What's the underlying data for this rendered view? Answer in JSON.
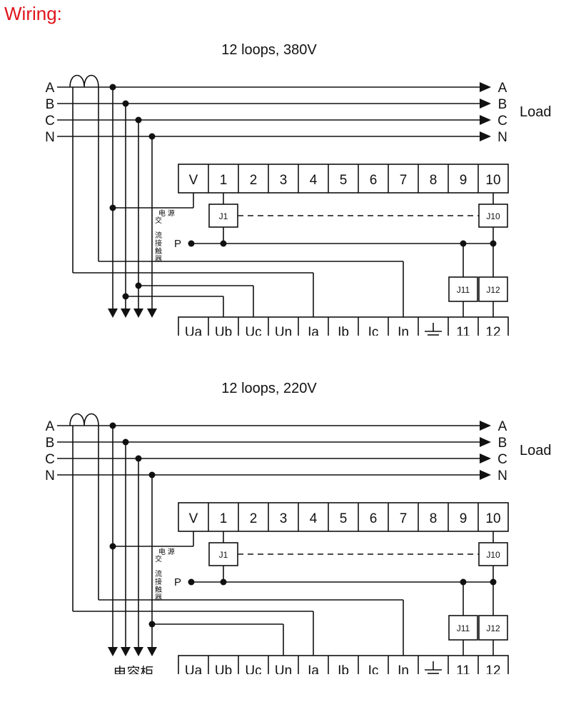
{
  "heading": "Wiring:",
  "phases": [
    "A",
    "B",
    "C",
    "N"
  ],
  "load_label": "Load",
  "top_terminals": [
    "V",
    "1",
    "2",
    "3",
    "4",
    "5",
    "6",
    "7",
    "8",
    "9",
    "10"
  ],
  "bottom_terminals": [
    "Ua",
    "Ub",
    "Uc",
    "Un",
    "Ia",
    "Ib",
    "Ic",
    "In",
    "",
    "11",
    "12"
  ],
  "relays": [
    "J1",
    "J10",
    "J11",
    "J12"
  ],
  "supply_label": "电 源",
  "contactor_label": "交流接触器",
  "p_label": "P",
  "diagrams": [
    {
      "title": "12 loops, 380V",
      "cabinet_label": ""
    },
    {
      "title": "12 loops, 220V",
      "cabinet_label": "电容柜"
    }
  ]
}
